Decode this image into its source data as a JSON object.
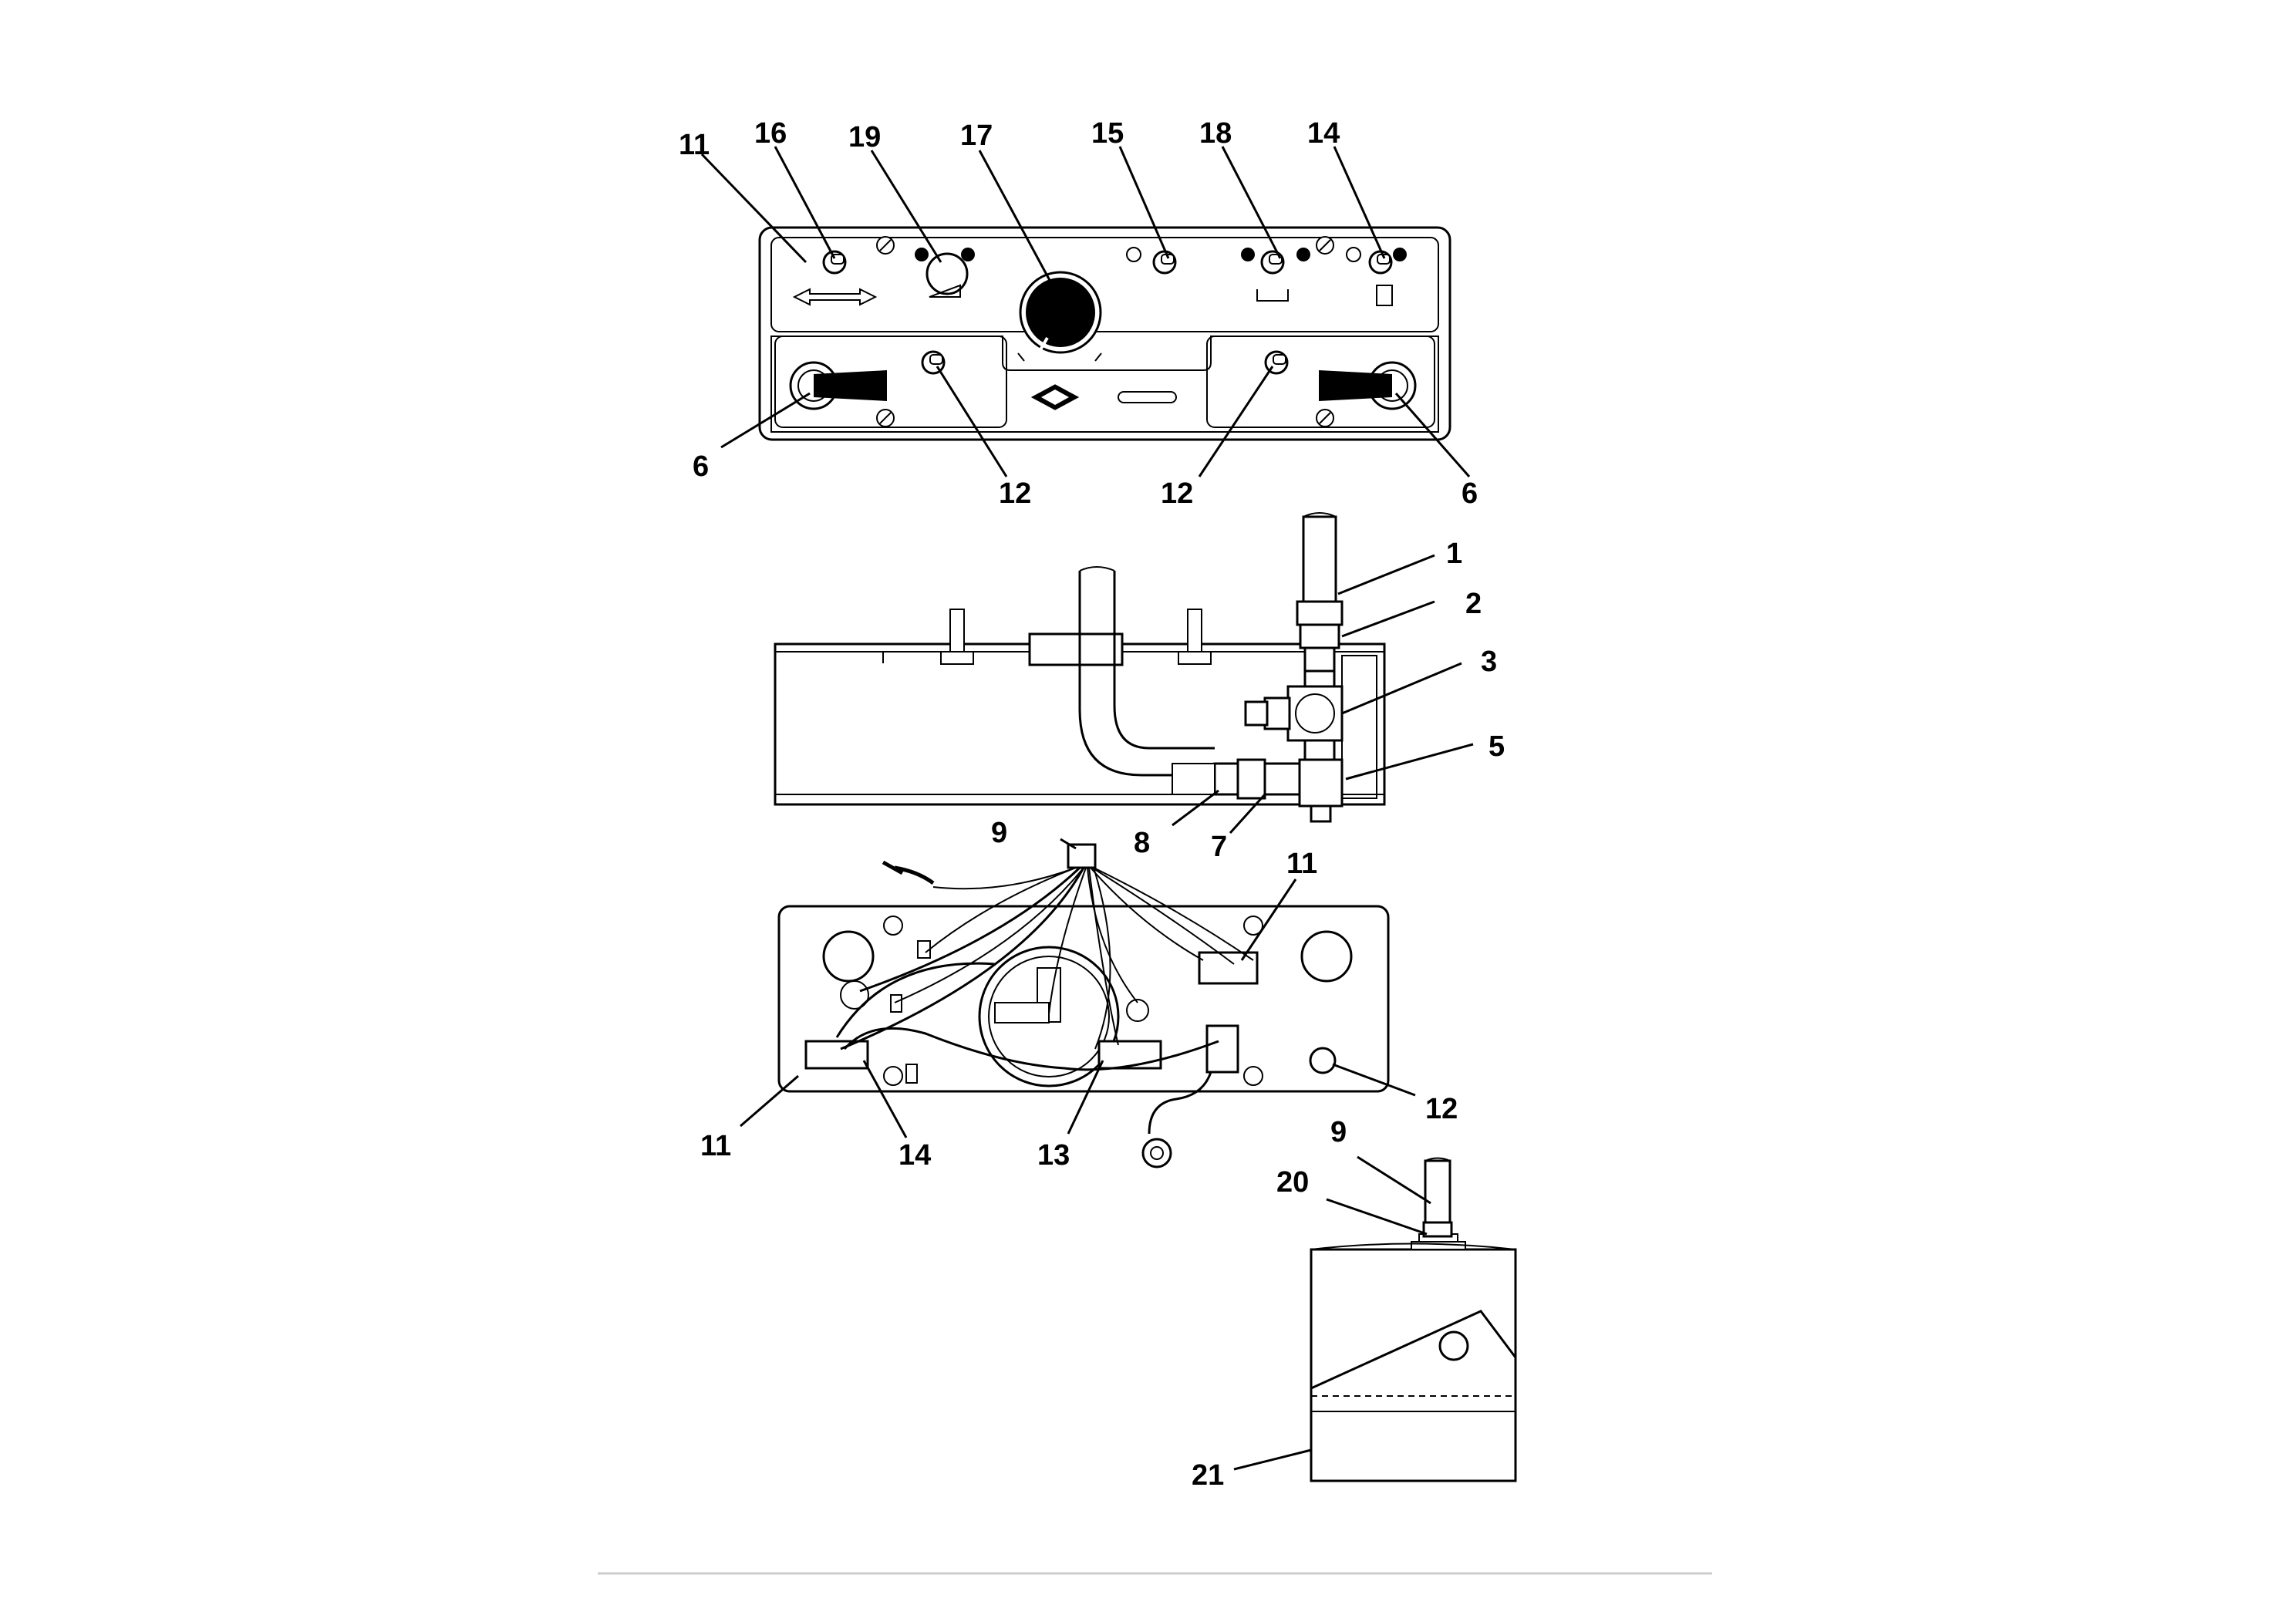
{
  "callouts": {
    "p11": "11",
    "p16": "16",
    "p19": "19",
    "p17": "17",
    "p15": "15",
    "p18": "18",
    "p14": "14",
    "p6_left": "6",
    "p12_left": "12",
    "p12_right": "12",
    "p6_right": "6",
    "p1": "1",
    "p2": "2",
    "p3": "3",
    "p5": "5",
    "p8": "8",
    "p7": "7",
    "p9_top": "9",
    "p11_wiring": "11",
    "p11_bottom": "11",
    "p14_bottom": "14",
    "p13": "13",
    "p12_bottom": "12",
    "p9_side": "9",
    "p20": "20",
    "p21": "21"
  },
  "icons": [
    "toggle-switch-icon",
    "control-knob-icon",
    "lever-handle-icon",
    "ring-terminal-icon",
    "screw-icon"
  ]
}
